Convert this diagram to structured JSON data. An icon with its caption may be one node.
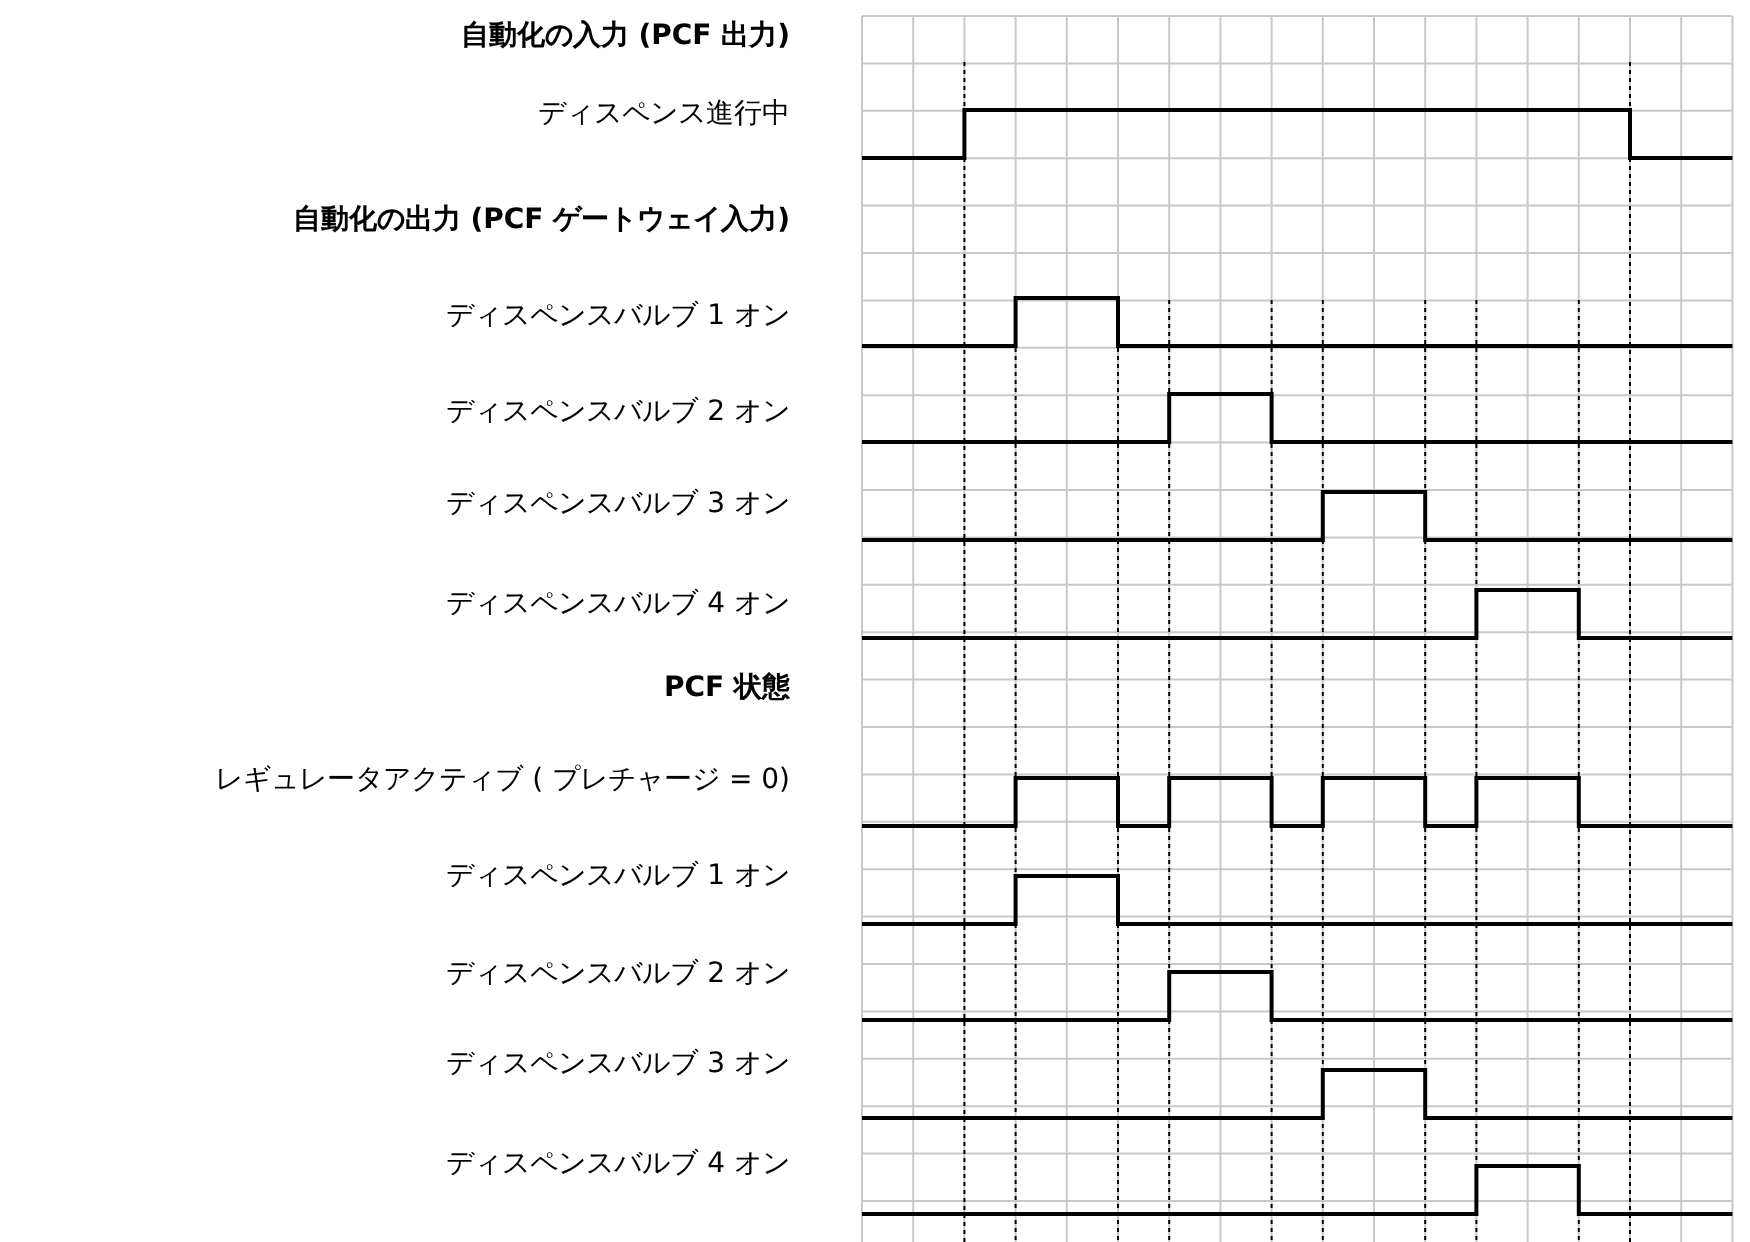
{
  "diagram": {
    "labels": [
      "自動化の入力 (PCF 出力)",
      "ディスペンス進行中",
      "自動化の出力 (PCF ゲートウェイ入力)",
      "ディスペンスバルブ 1 オン",
      "ディスペンスバルブ 2 オン",
      "ディスペンスバルブ 3 オン",
      "ディスペンスバルブ 4 オン",
      "PCF 状態",
      "レギュレータアクティブ ( プレチャージ = 0)",
      "ディスペンスバルブ 1 オン",
      "ディスペンスバルブ 2 オン",
      "ディスペンスバルブ 3 オン",
      "ディスペンスバルブ 4 オン"
    ]
  }
}
